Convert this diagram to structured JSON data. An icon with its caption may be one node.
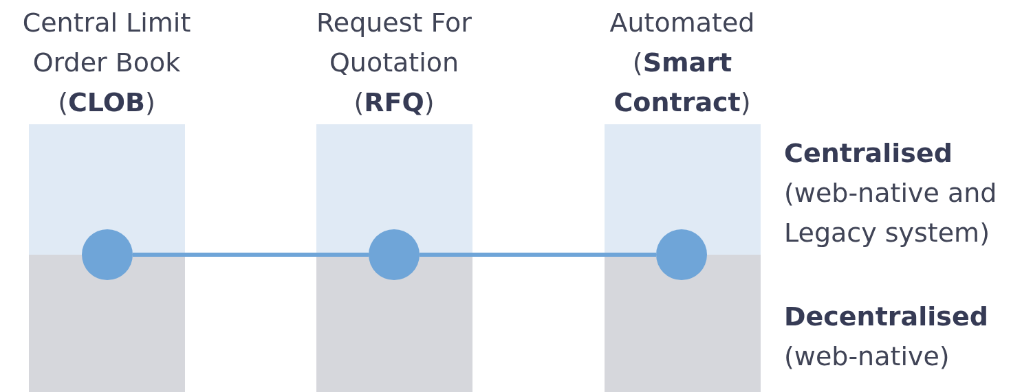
{
  "diagram": {
    "nodes": [
      {
        "text": [
          "Central Limit Order Book (**CLOB**)"
        ]
      },
      {
        "text": [
          "Request For Quotation (**RFQ**)"
        ]
      },
      {
        "text": [
          "Automated (**Smart Contract**)"
        ]
      },
      {
        "text": [],
        "shape": "circle",
        "in": 0
      },
      {
        "text": [],
        "shape": "circle",
        "in": 1
      },
      {
        "text": [],
        "shape": "circle",
        "in": 2
      }
    ],
    "edges": [
      {
        "from": 3,
        "to": 4,
        "arrow": "none"
      },
      {
        "from": 4,
        "to": 5,
        "arrow": "none"
      }
    ],
    "labels": [
      "Centralised",
      "(web-native and Legacy system)",
      "Decentralised",
      "(web-native)"
    ]
  }
}
